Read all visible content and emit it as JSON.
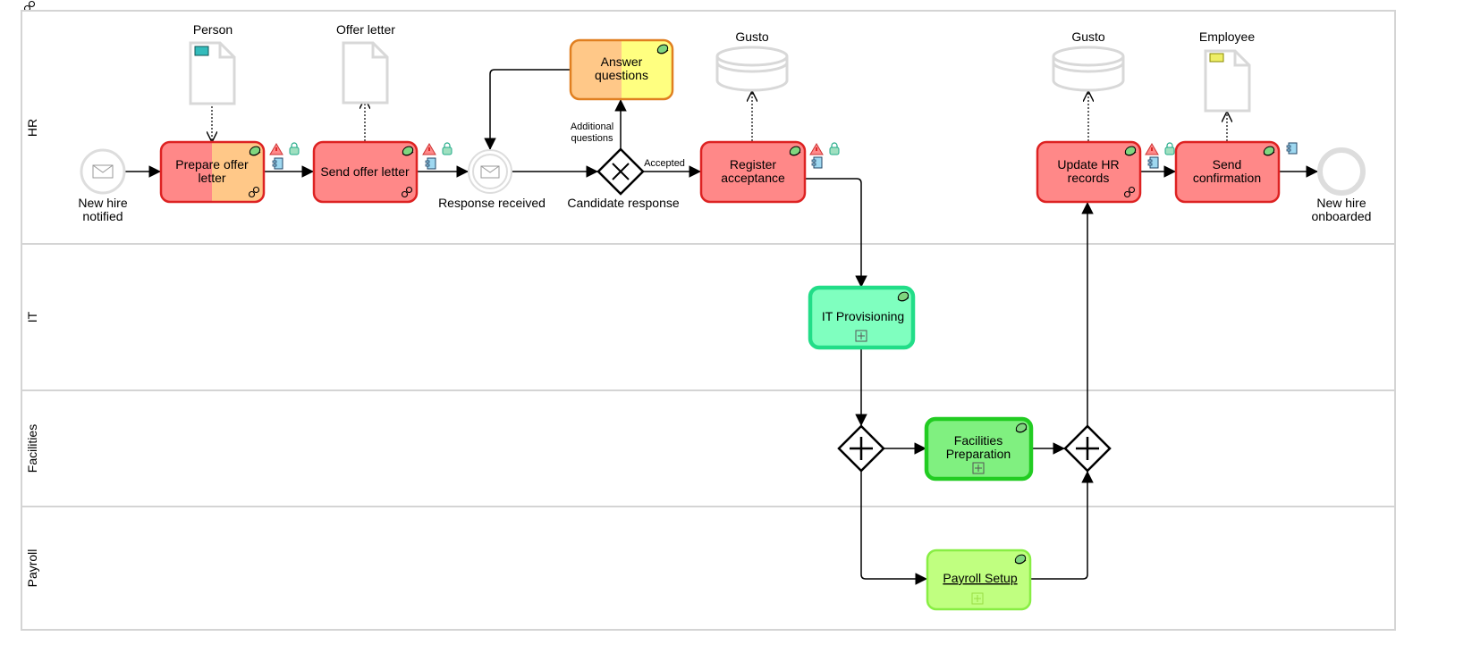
{
  "lanes": [
    "HR",
    "IT",
    "Facilities",
    "Payroll"
  ],
  "events": {
    "start": "New hire notified",
    "start_lines": [
      "New hire",
      "notified"
    ],
    "intermediate": "Response received",
    "end_lines": [
      "New hire",
      "onboarded"
    ]
  },
  "gateways": {
    "candidate": "Candidate response"
  },
  "flow_labels": {
    "accepted": "Accepted",
    "additional": [
      "Additional",
      "questions"
    ]
  },
  "tasks": {
    "prepare": [
      "Prepare offer",
      "letter"
    ],
    "send_offer": "Send offer letter",
    "answer": [
      "Answer",
      "questions"
    ],
    "register": [
      "Register",
      "acceptance"
    ],
    "update": [
      "Update HR",
      "records"
    ],
    "confirm": [
      "Send",
      "confirmation"
    ],
    "it": "IT Provisioning",
    "facilities": [
      "Facilities",
      "Preparation"
    ],
    "payroll": "Payroll Setup"
  },
  "artifacts": {
    "person": "Person",
    "offer_letter": "Offer letter",
    "gusto1": "Gusto",
    "gusto2": "Gusto",
    "employee": "Employee"
  },
  "colors": {
    "error": "#ff8888",
    "warning": "#ffc888",
    "ok_teal": "#7fffbf",
    "ok_green": "#80f080",
    "ok_lime": "#c0ff80",
    "note": "#ffff80"
  }
}
